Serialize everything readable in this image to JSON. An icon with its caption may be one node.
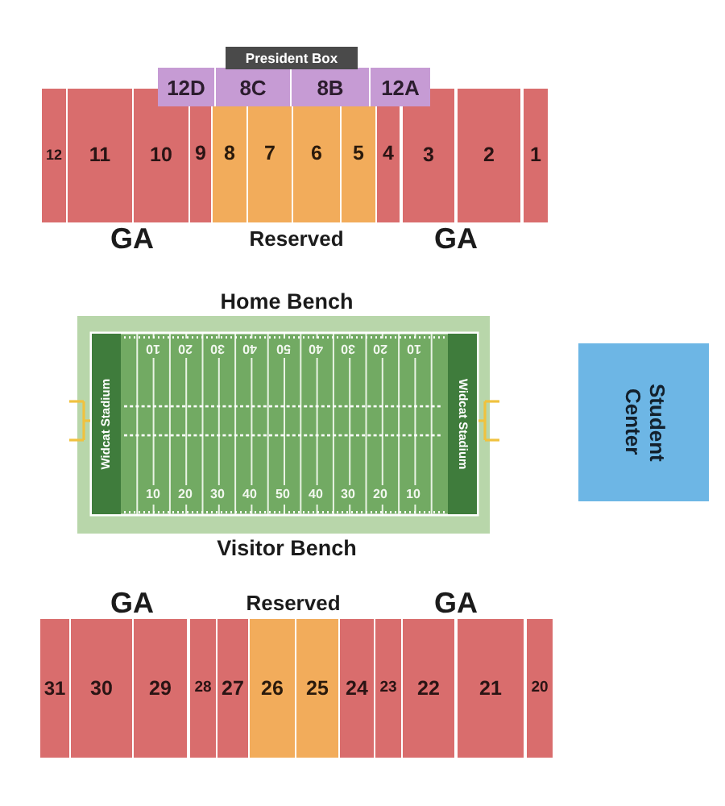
{
  "diagram": {
    "nodes": [
      {
        "text": [
          "President Box"
        ]
      },
      {
        "text": [
          "12D"
        ]
      },
      {
        "text": [
          "8C"
        ]
      },
      {
        "text": [
          "8B"
        ]
      },
      {
        "text": [
          "12A"
        ]
      },
      {
        "text": [
          "12"
        ]
      },
      {
        "text": [
          "11"
        ]
      },
      {
        "text": [
          "10"
        ]
      },
      {
        "text": [
          "9"
        ]
      },
      {
        "text": [
          "8"
        ]
      },
      {
        "text": [
          "7"
        ]
      },
      {
        "text": [
          "6"
        ]
      },
      {
        "text": [
          "5"
        ]
      },
      {
        "text": [
          "4"
        ]
      },
      {
        "text": [
          "3"
        ]
      },
      {
        "text": [
          "2"
        ]
      },
      {
        "text": [
          "1"
        ]
      },
      {
        "text": [
          "Widcat Stadium"
        ]
      },
      {
        "text": [
          "Widcat Stadium"
        ]
      },
      {
        "text": [
          "Student Center"
        ]
      },
      {
        "text": [
          "31"
        ]
      },
      {
        "text": [
          "30"
        ]
      },
      {
        "text": [
          "29"
        ]
      },
      {
        "text": [
          "28"
        ]
      },
      {
        "text": [
          "27"
        ]
      },
      {
        "text": [
          "26"
        ]
      },
      {
        "text": [
          "25"
        ]
      },
      {
        "text": [
          "24"
        ]
      },
      {
        "text": [
          "23"
        ]
      },
      {
        "text": [
          "22"
        ]
      },
      {
        "text": [
          "21"
        ]
      },
      {
        "text": [
          "20"
        ]
      }
    ],
    "labels": [
      "GA",
      "Reserved",
      "GA",
      "Home Bench",
      "10",
      "20",
      "30",
      "40",
      "50",
      "40",
      "30",
      "20",
      "10",
      "10",
      "20",
      "30",
      "40",
      "50",
      "40",
      "30",
      "20",
      "10",
      "Visitor Bench",
      "GA",
      "Reserved",
      "GA"
    ]
  }
}
